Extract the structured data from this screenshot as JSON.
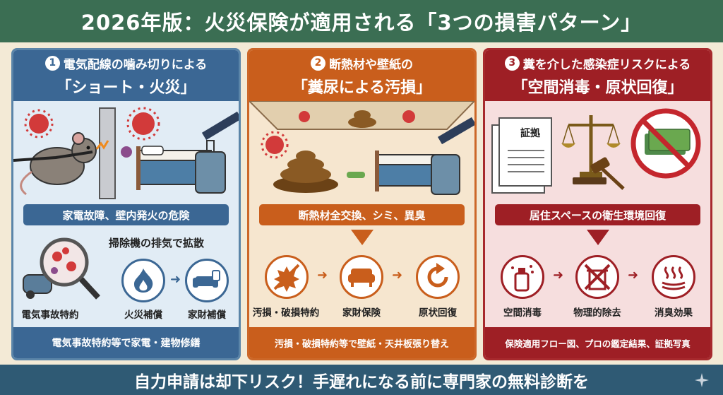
{
  "header": {
    "title": "2026年版：火災保険が適用される「3つの損害パターン」"
  },
  "footer": {
    "text": "自力申請は却下リスク！手遅れになる前に専門家の無料診断を"
  },
  "panels": [
    {
      "number": "1",
      "title_line1": "電気配線の噛み切りによる",
      "title_line2": "「ショート・火災」",
      "band": "家電故障、壁内発火の危険",
      "sub_label": "掃除機の排気で拡散",
      "steps": [
        "電気事故特約",
        "火災補償",
        "家財補償"
      ],
      "note": "電気事故特約等で家電・建物修繕",
      "icons": [
        "rat-icon",
        "virus-icon",
        "bed-icon",
        "suitcase-icon",
        "vacuum-icon",
        "magnifier-icon",
        "fire-icon",
        "sofa-icon"
      ]
    },
    {
      "number": "2",
      "title_line1": "断熱材や壁紙の",
      "title_line2": "「糞尿による汚損」",
      "band": "断熱材全交換、シミ、異臭",
      "steps": [
        "汚損・破損特約",
        "家財保険",
        "原状回復"
      ],
      "note": "汚損・破損特約等で壁紙・天井板張り替え",
      "icons": [
        "droppings-icon",
        "virus-icon",
        "bed-icon",
        "suitcase-icon",
        "stain-icon",
        "sofa-icon",
        "restore-icon"
      ]
    },
    {
      "number": "3",
      "title_line1": "糞を介した感染症リスクによる",
      "title_line2": "「空間消毒・原状回復」",
      "band": "居住スペースの衛生環境回復",
      "doc_label": "証拠",
      "steps": [
        "空間消毒",
        "物理的除去",
        "消臭効果"
      ],
      "note": "保険適用フロー図、プロの鑑定結果、証拠写真",
      "icons": [
        "document-icon",
        "scales-icon",
        "gavel-icon",
        "no-money-icon",
        "spray-icon",
        "removal-icon",
        "deodorize-icon"
      ]
    }
  ],
  "colors": {
    "header": "#3b6e53",
    "footer": "#2f5a74",
    "panel1": "#3b6794",
    "panel2": "#c95e1c",
    "panel3": "#9e1f25"
  }
}
